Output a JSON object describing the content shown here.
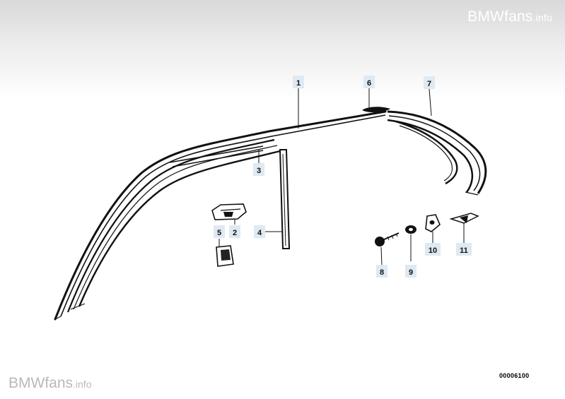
{
  "watermark_top": {
    "brand": "BMWfans",
    "suffix": ".info"
  },
  "watermark_bottom": {
    "brand": "BMWfans",
    "suffix": ".info"
  },
  "diagram_number": "00006100",
  "callouts": {
    "c1": "1",
    "c2": "2",
    "c3": "3",
    "c4": "4",
    "c5": "5",
    "c6": "6",
    "c7": "7",
    "c8": "8",
    "c9": "9",
    "c10": "10",
    "c11": "11"
  }
}
